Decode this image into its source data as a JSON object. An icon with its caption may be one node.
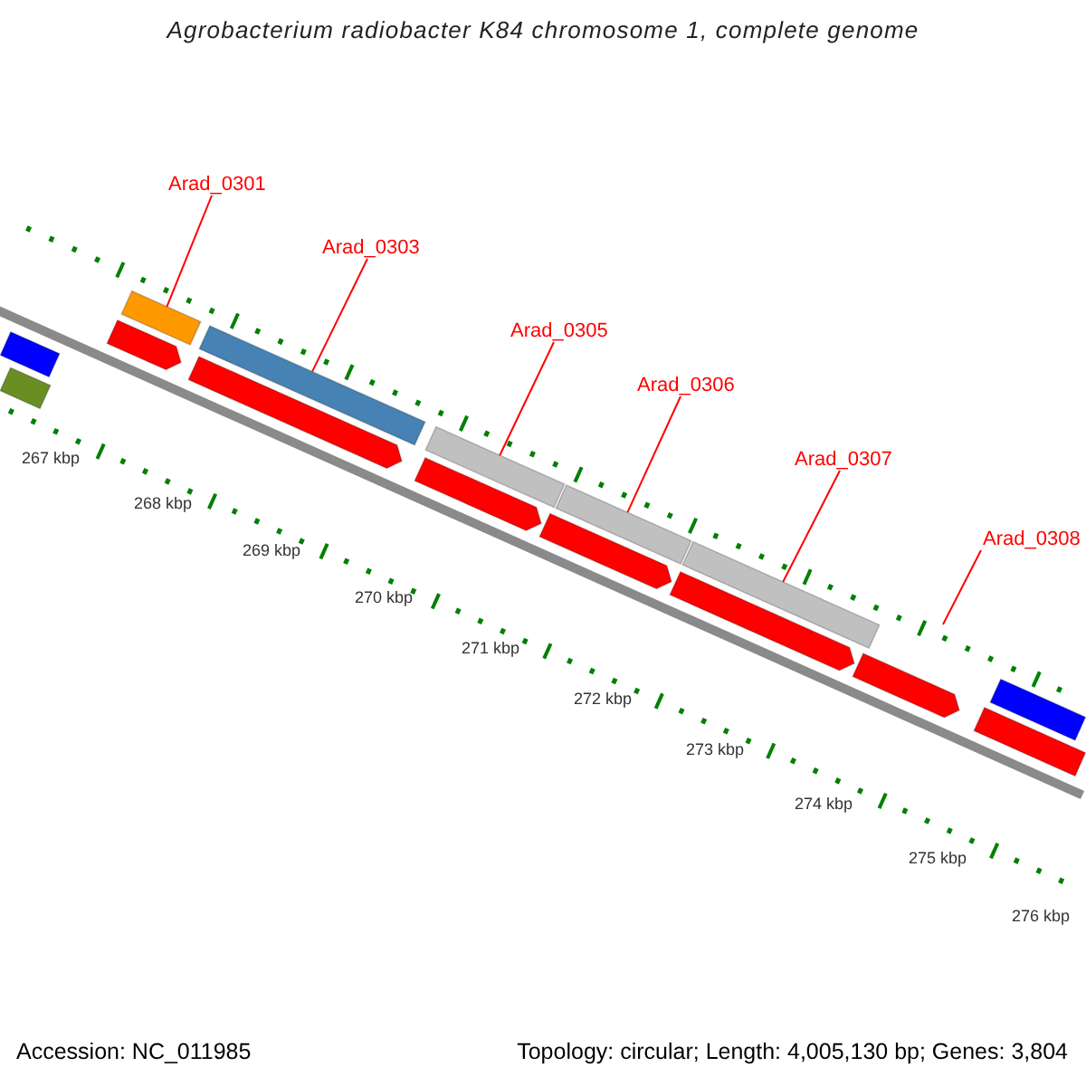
{
  "diagram": {
    "title": "Agrobacterium radiobacter K84 chromosome 1, complete genome",
    "nodes": [
      {
        "text": [
          "Arad_0301"
        ]
      },
      {
        "text": [
          "Arad_0303"
        ]
      },
      {
        "text": [
          "Arad_0305"
        ]
      },
      {
        "text": [
          "Arad_0306"
        ]
      },
      {
        "text": [
          "Arad_0307"
        ]
      },
      {
        "text": [
          "Arad_0308"
        ]
      },
      {
        "text": [],
        "shape": "bar"
      },
      {
        "text": [],
        "shape": "bar"
      },
      {
        "text": [],
        "shape": "bar"
      },
      {
        "text": [],
        "shape": "bar"
      },
      {
        "text": [],
        "shape": "bar"
      },
      {
        "text": [],
        "shape": "bar"
      },
      {
        "text": [],
        "shape": "bar"
      },
      {
        "text": [],
        "shape": "bar"
      },
      {
        "text": [],
        "shape": "bar"
      },
      {
        "text": [],
        "shape": "bar"
      },
      {
        "text": [],
        "shape": "bar"
      },
      {
        "text": [],
        "shape": "bar"
      },
      {
        "text": [],
        "shape": "bar"
      },
      {
        "text": [],
        "shape": "bar"
      },
      {
        "text": [],
        "shape": "bar"
      }
    ],
    "edges": [
      {
        "from": 0,
        "to": 9,
        "arrow": "none"
      },
      {
        "from": 1,
        "to": 10,
        "arrow": "none"
      },
      {
        "from": 2,
        "to": 12,
        "arrow": "none"
      },
      {
        "from": 3,
        "to": 13,
        "arrow": "none"
      },
      {
        "from": 4,
        "to": 14,
        "arrow": "none"
      },
      {
        "from": 5,
        "to": null,
        "arrow": "none"
      }
    ],
    "labels": [
      "267 kbp",
      "268 kbp",
      "269 kbp",
      "270 kbp",
      "271 kbp",
      "272 kbp",
      "273 kbp",
      "274 kbp",
      "275 kbp",
      "276 kbp",
      "Accession: NC_011985",
      "Topology: circular; Length: 4,005,130 bp; Genes: 3,804"
    ]
  }
}
